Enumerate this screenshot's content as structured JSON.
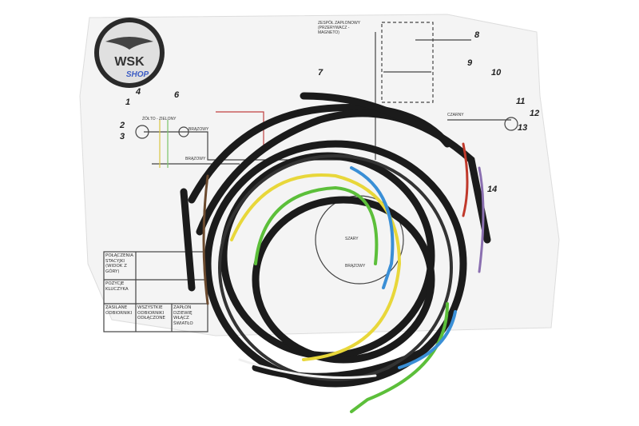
{
  "logo": {
    "brand": "WSK",
    "sub": "SHOP"
  },
  "diagram": {
    "ignition_label": [
      "ZESPÓŁ ZAPŁONOWY",
      "(PRZERYWACZ -",
      "MAGNETO)"
    ],
    "wire_labels": {
      "yellow_green": "ŻÓŁTO - ZIELONY",
      "brown": "BRĄZOWY",
      "brown2": "BRĄZOWY",
      "grey": "SZARY",
      "black": "CZARNY",
      "brown3": "BRĄZOWY"
    },
    "numbers": [
      "1",
      "2",
      "3",
      "4",
      "6",
      "7",
      "8",
      "9",
      "10",
      "11",
      "12",
      "13",
      "14"
    ]
  },
  "table": {
    "row1": "POŁĄCZENIA STACYJKI (WIDOK Z GÓRY)",
    "row2": "POZYCJE KLUCZYKA",
    "row3": "ZASILANE ODBIORNIKI",
    "cell3": "WSZYSTKIE ODBIORNIKI ODŁĄCZONE",
    "cell4": "ZAPŁON DZIEWIĘ WŁĄCZ ŚWIATŁO"
  },
  "colors": {
    "wire": "#1b1b1b",
    "yellow": "#e8d73a",
    "green": "#5cbf3a",
    "blue": "#3a8fd6",
    "red": "#c0392b",
    "paper": "#f6f6f6"
  }
}
